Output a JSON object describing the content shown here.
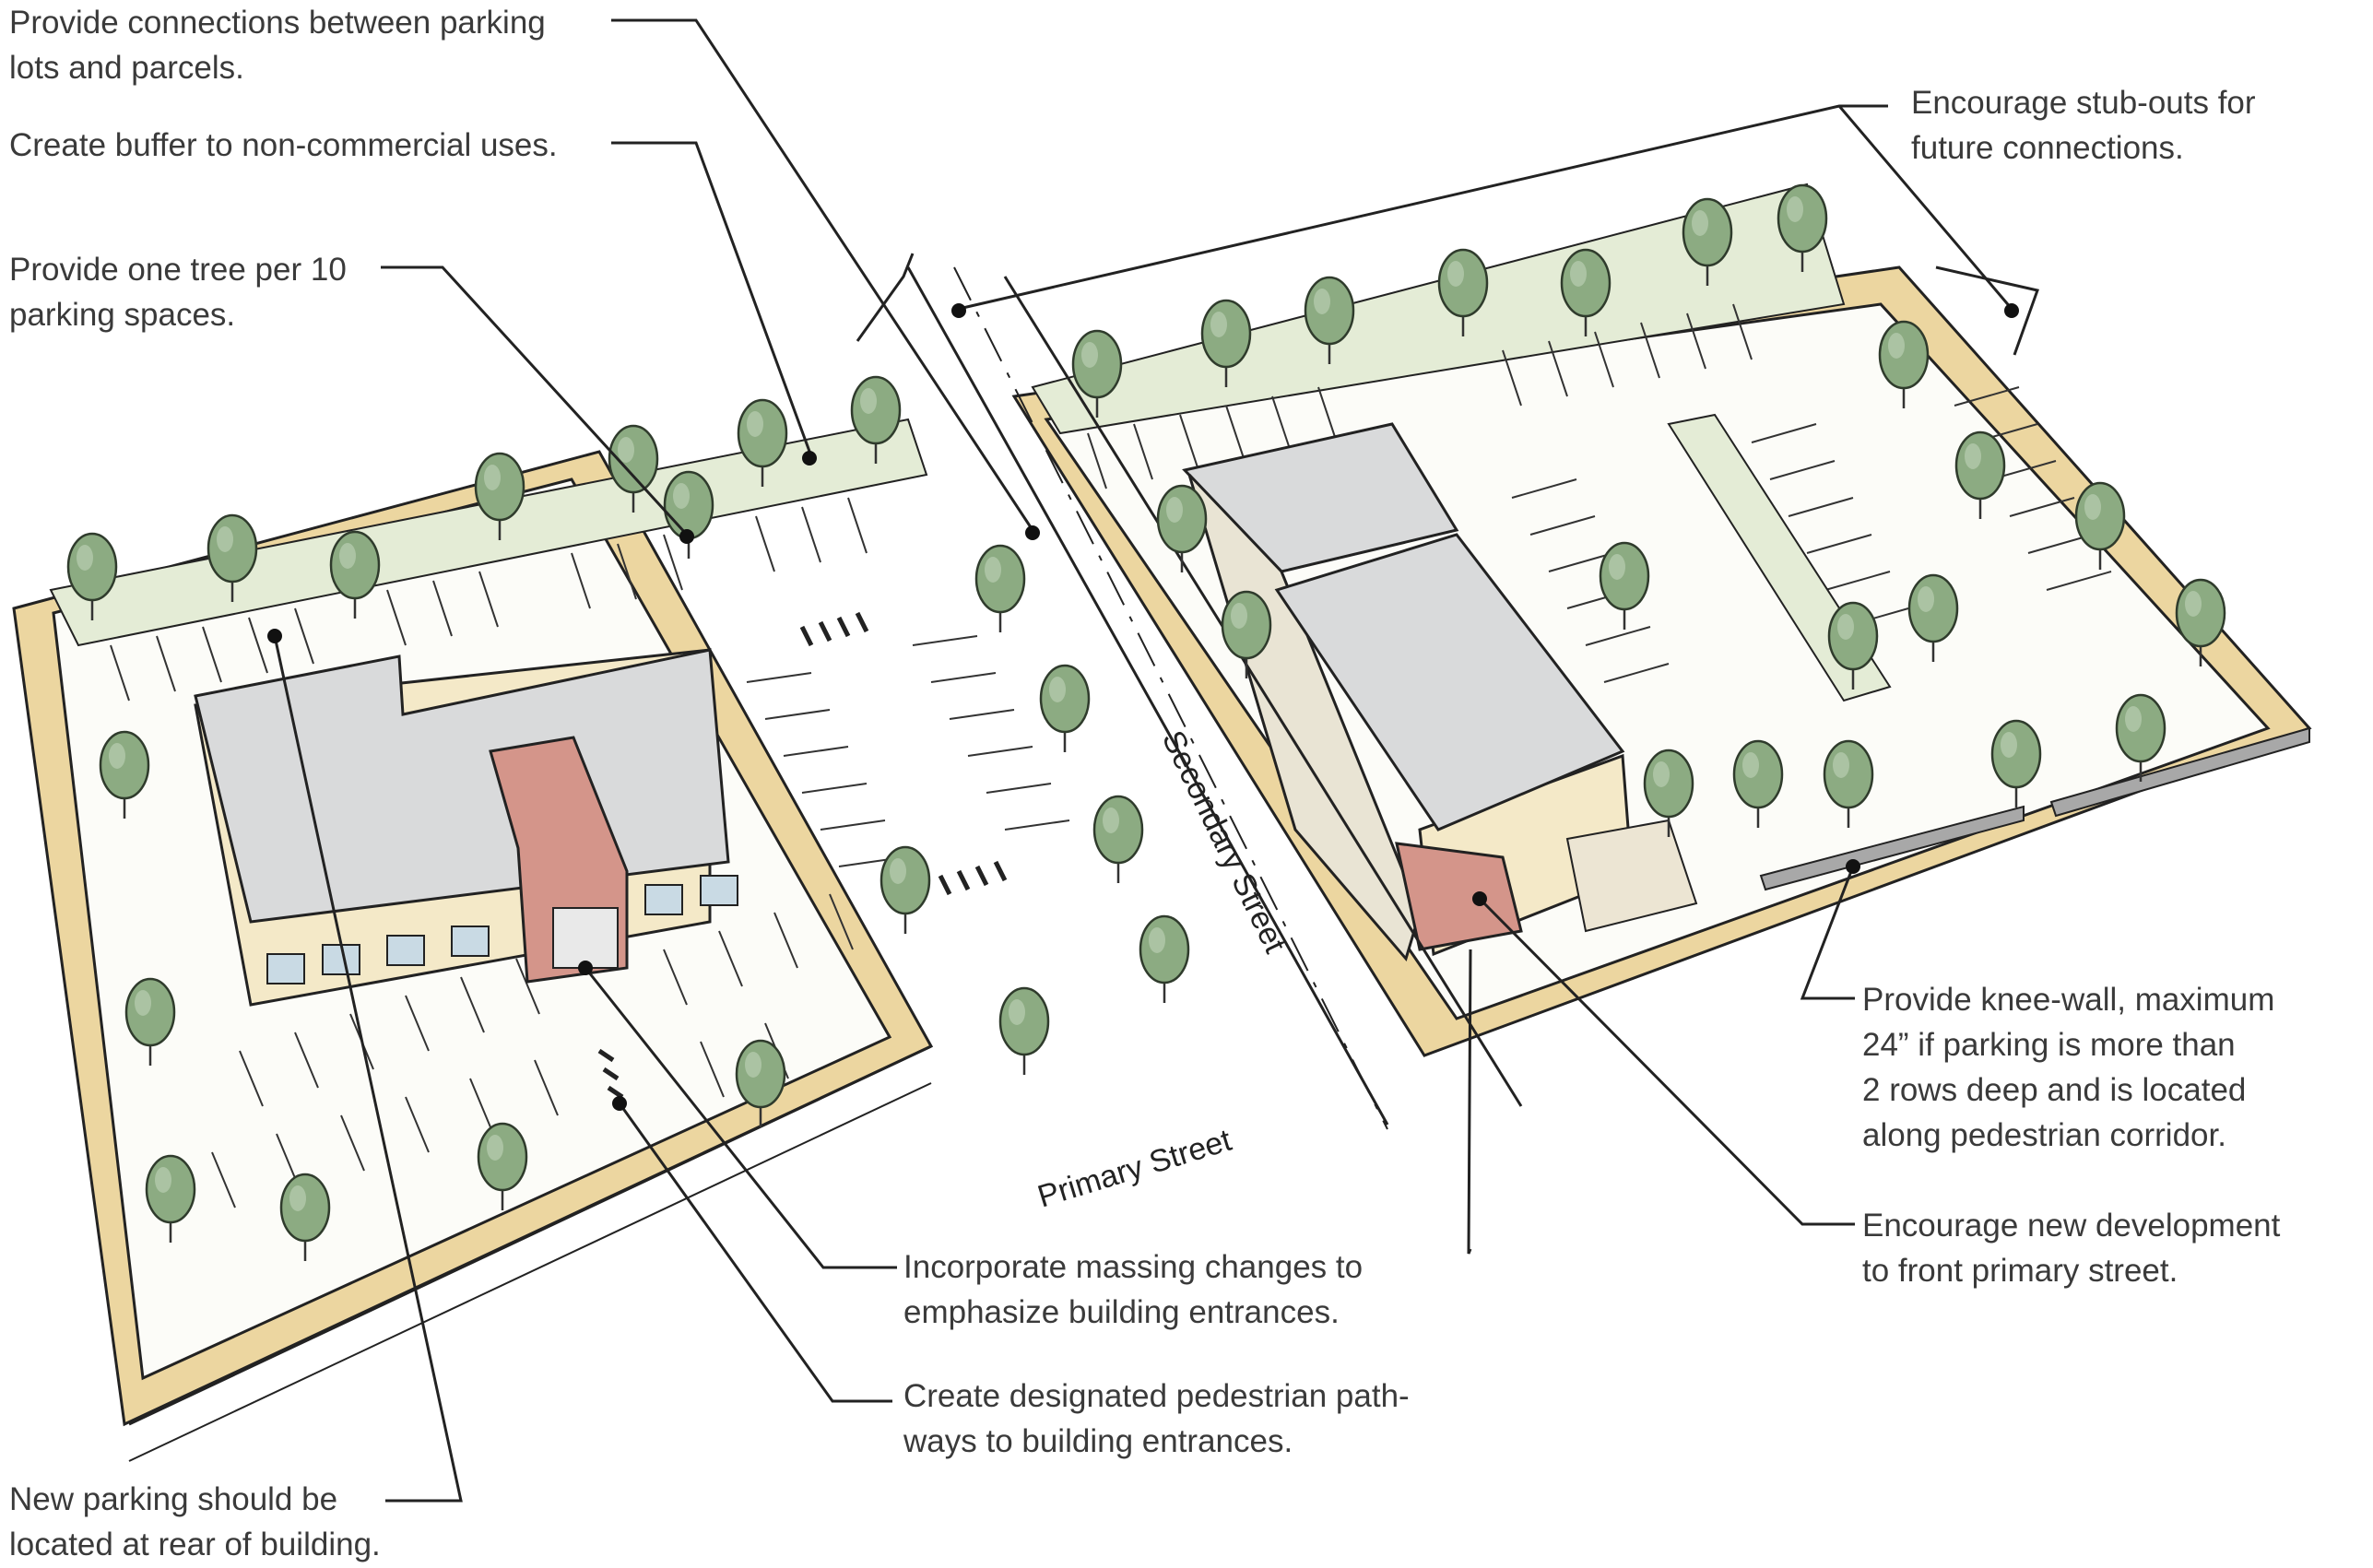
{
  "callouts": {
    "connections": {
      "lines": [
        "Provide connections between parking",
        "lots and parcels."
      ]
    },
    "buffer": {
      "lines": [
        "Create buffer to non-commercial uses."
      ]
    },
    "trees": {
      "lines": [
        "Provide one tree per 10",
        "parking spaces."
      ]
    },
    "stubouts": {
      "lines": [
        "Encourage stub-outs for",
        "future connections."
      ]
    },
    "kneewall": {
      "lines": [
        "Provide knee-wall, maximum",
        "24” if parking is more than",
        "2 rows deep and is located",
        "along pedestrian corridor."
      ]
    },
    "front": {
      "lines": [
        "Encourage new development",
        "to front primary street."
      ]
    },
    "massing": {
      "lines": [
        "Incorporate massing changes to",
        "emphasize building entrances."
      ]
    },
    "pathways": {
      "lines": [
        "Create designated pedestrian path-",
        "ways to building entrances."
      ]
    },
    "rear": {
      "lines": [
        "New parking should be",
        "located at rear of building."
      ]
    }
  },
  "streets": {
    "secondary": "Secondary Street",
    "primary": "Primary Street"
  },
  "colors": {
    "ink": "#222222",
    "sidewalk": "#ecd6a0",
    "landscape": "#e4ecd6",
    "tree": "#8cab82",
    "roof": "#d9dadb",
    "entry": "#d4958a",
    "label": "#3a3a3a"
  }
}
